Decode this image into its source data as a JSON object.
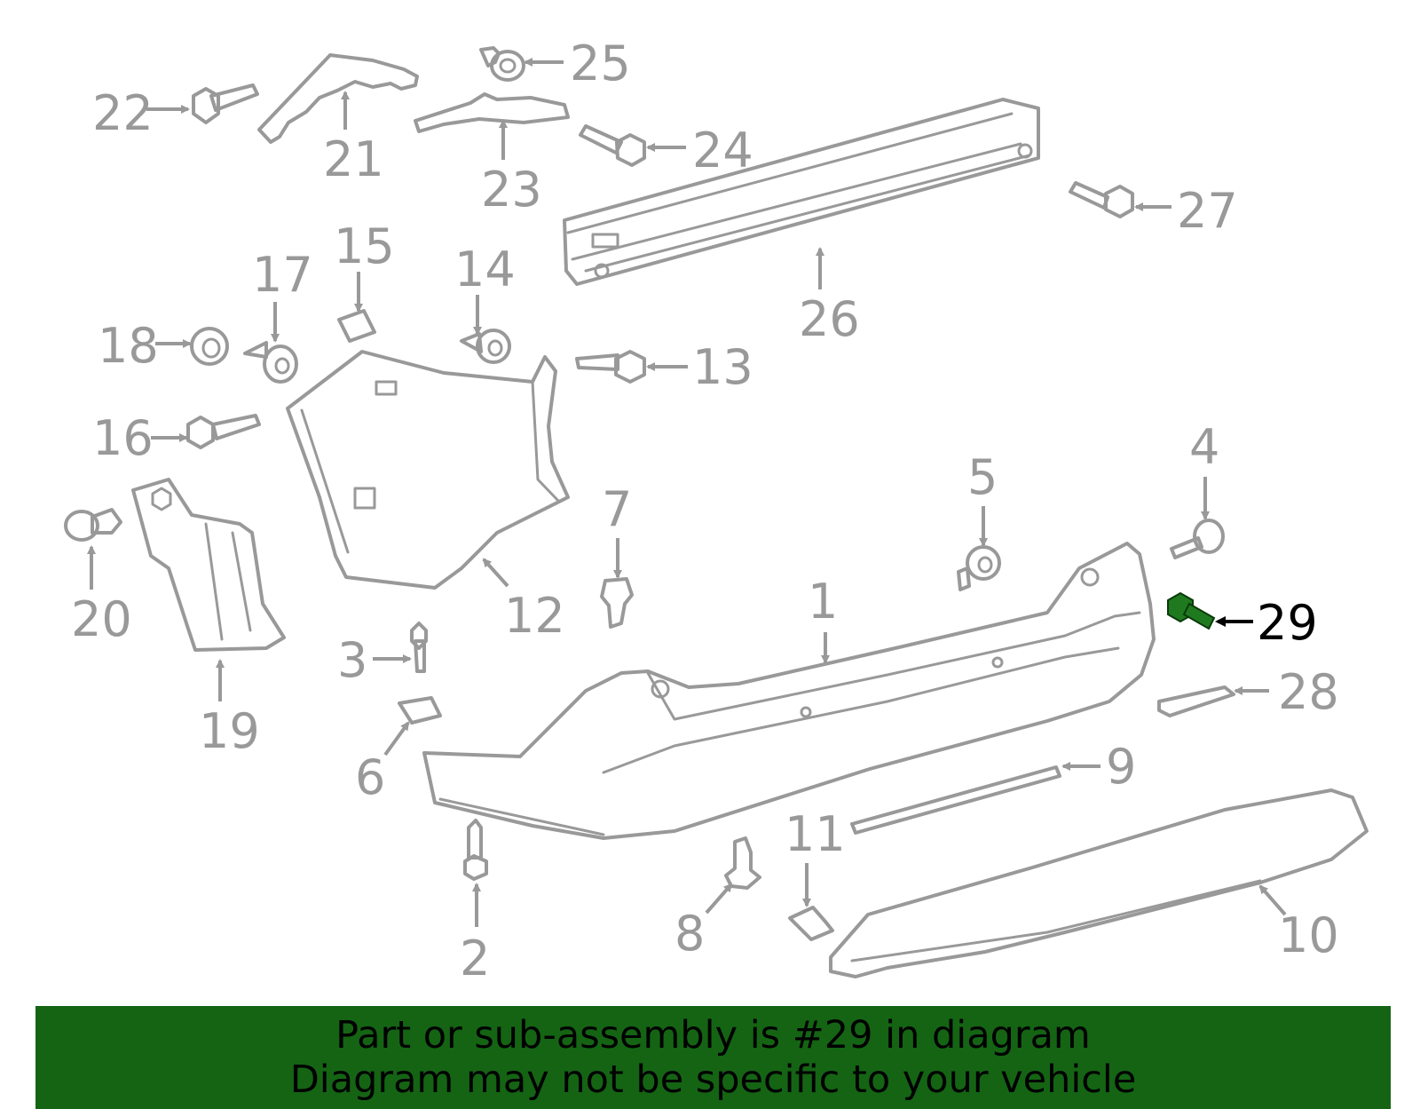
{
  "diagram": {
    "callouts": [
      "1",
      "2",
      "3",
      "4",
      "5",
      "6",
      "7",
      "8",
      "9",
      "10",
      "11",
      "12",
      "13",
      "14",
      "15",
      "16",
      "17",
      "18",
      "19",
      "20",
      "21",
      "22",
      "23",
      "24",
      "25",
      "26",
      "27",
      "28",
      "29"
    ],
    "highlighted_part": "29",
    "highlight_color": "#1f7a1f"
  },
  "banner": {
    "line1": "Part or sub-assembly is #29 in diagram",
    "line2": "Diagram may not be specific to your vehicle",
    "background_color": "#146414"
  }
}
